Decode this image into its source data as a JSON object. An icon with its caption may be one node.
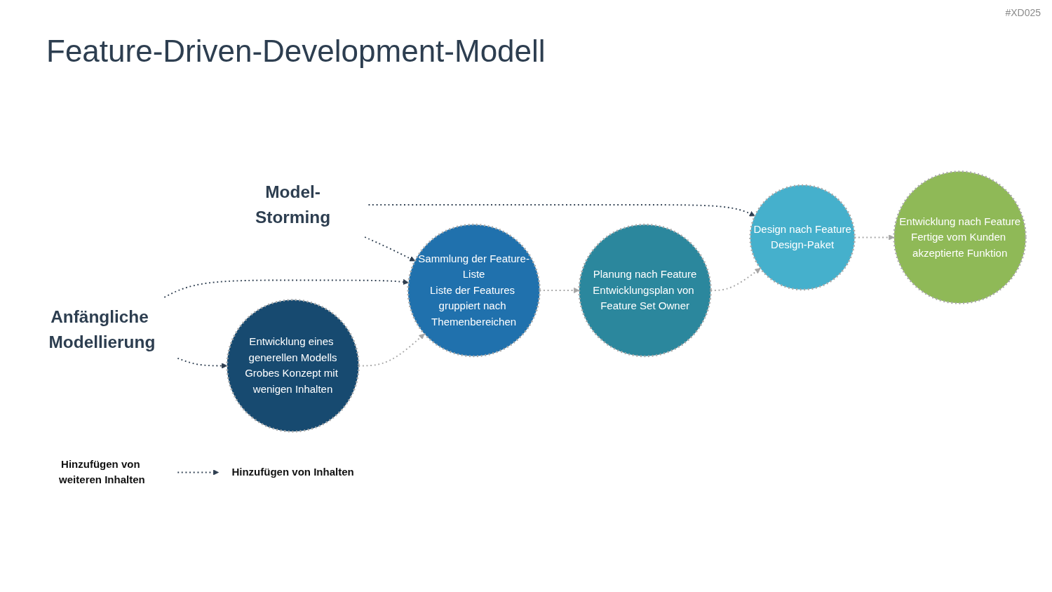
{
  "diagram": {
    "title": "Feature-Driven-Development-Modell",
    "nodes": [
      {
        "text": [
          "Anfängliche Modellierung"
        ]
      },
      {
        "text": [
          "Model-Storming"
        ]
      },
      {
        "text": [
          "Entwicklung eines generellen Modells",
          "Grobes Konzept mit wenigen Inhalten"
        ]
      },
      {
        "text": [
          "Sammlung der Feature-Liste",
          "Liste der Features gruppiert nach Themenbereichen"
        ]
      },
      {
        "text": [
          "Planung nach Feature",
          "Entwicklungsplan von Feature Set Owner"
        ]
      },
      {
        "text": [
          "Design nach Feature",
          "Design-Paket"
        ]
      },
      {
        "text": [
          "Entwicklung nach Feature",
          "Fertige vom Kunden akzeptierte Funktion"
        ]
      },
      {
        "text": [
          "Hinzufügen von Inhalten"
        ]
      },
      {
        "text": [
          "Hinzufügen von weiteren Inhalten"
        ]
      }
    ],
    "edges": [
      {
        "from": 0,
        "to": 2,
        "arrow": "to",
        "style": "dashed"
      },
      {
        "from": 0,
        "to": 3,
        "arrow": "to",
        "style": "dashed"
      },
      {
        "from": 1,
        "to": 3,
        "arrow": "to",
        "style": "dashed"
      },
      {
        "from": 1,
        "to": 5,
        "arrow": "to",
        "style": "dashed"
      },
      {
        "from": 2,
        "to": 3,
        "arrow": "to",
        "style": "dashed",
        "color": "#a6a6a6"
      },
      {
        "from": 3,
        "to": 4,
        "arrow": "to",
        "style": "dashed",
        "color": "#a6a6a6"
      },
      {
        "from": 4,
        "to": 5,
        "arrow": "to",
        "style": "dashed",
        "color": "#a6a6a6"
      },
      {
        "from": 5,
        "to": 6,
        "arrow": "to",
        "style": "dashed",
        "color": "#a6a6a6"
      },
      {
        "from": 8,
        "to": 7,
        "arrow": "to",
        "style": "dashed"
      }
    ],
    "labels": [
      "#XD025"
    ]
  }
}
